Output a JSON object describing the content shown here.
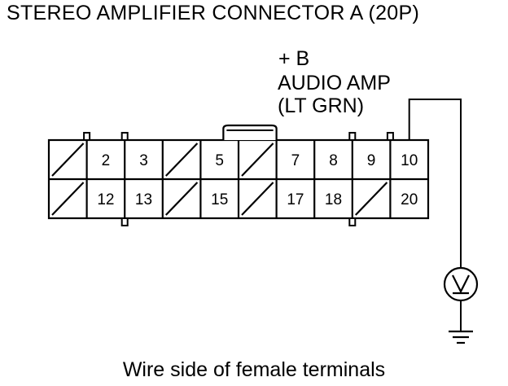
{
  "title": "STEREO AMPLIFIER CONNECTOR A (20P)",
  "wire_label": {
    "line1": "+ B",
    "line2": "AUDIO AMP",
    "line3": "(LT GRN)"
  },
  "caption": "Wire side of female terminals",
  "connector": {
    "columns": 10,
    "rows": 2,
    "top_row": [
      "",
      "2",
      "3",
      "",
      "5",
      "",
      "7",
      "8",
      "9",
      "10"
    ],
    "bottom_row": [
      "",
      "12",
      "13",
      "",
      "15",
      "",
      "17",
      "18",
      "",
      "20"
    ],
    "probed_terminal": "10"
  },
  "meter": {
    "type": "voltmeter",
    "symbol": "V"
  },
  "ground": {
    "symbol": "ground-icon"
  }
}
